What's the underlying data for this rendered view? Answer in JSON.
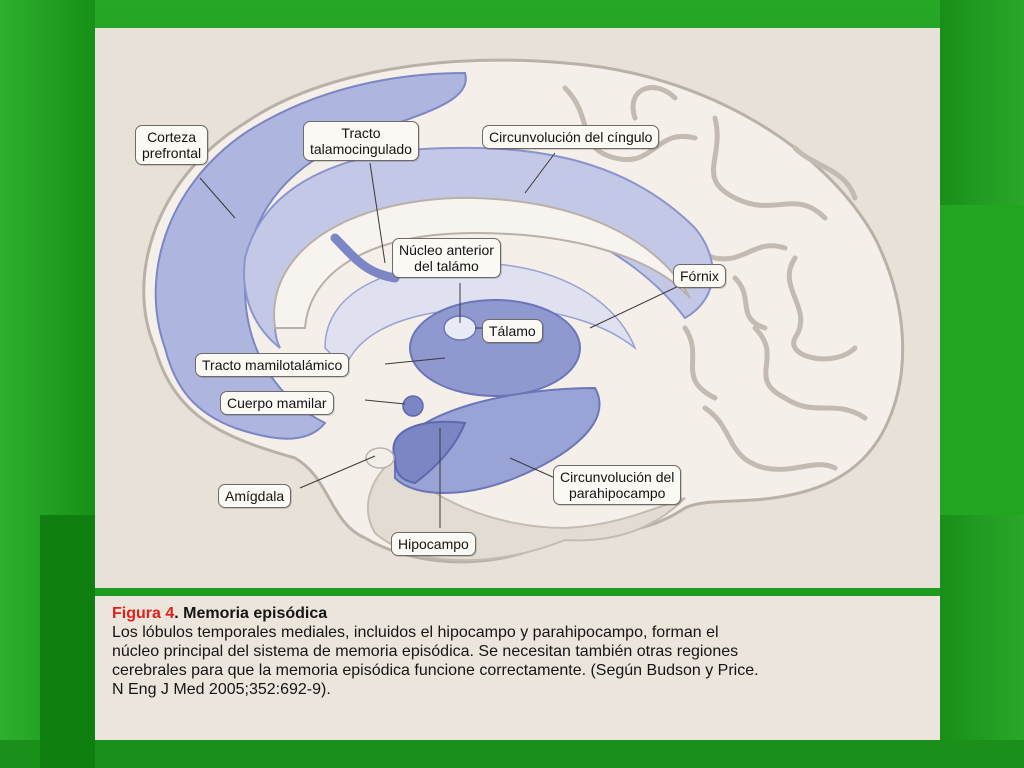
{
  "labels": {
    "corteza_prefrontal": [
      "Corteza",
      "prefrontal"
    ],
    "tracto_talamocingulado": [
      "Tracto",
      "talamocingulado"
    ],
    "circunvolucion_cingulo": [
      "Circunvolución del cíngulo"
    ],
    "nucleo_anterior": [
      "Núcleo anterior",
      "del talámo"
    ],
    "fornix": [
      "Fórnix"
    ],
    "talamo": [
      "Tálamo"
    ],
    "tracto_mamilotalamico": [
      "Tracto mamilotalámico"
    ],
    "cuerpo_mamilar": [
      "Cuerpo mamilar"
    ],
    "amigdala": [
      "Amígdala"
    ],
    "circunvolucion_parahipocampo": [
      "Circunvolución del",
      "parahipocampo"
    ],
    "hipocampo": [
      "Hipocampo"
    ]
  },
  "caption": {
    "figure_label": "Figura 4",
    "separator": ". ",
    "title": "Memoria episódica",
    "lines": [
      "Los lóbulos temporales mediales, incluidos el hipocampo y parahipocampo, forman el",
      "núcleo principal del sistema de memoria episódica. Se necesitan también otras regiones",
      "cerebrales para que la memoria episódica funcione correctamente. (Según Budson y Price.",
      "N Eng J Med 2005;352:692-9)."
    ]
  },
  "colors": {
    "slide_green": "#1e9c1e",
    "panel": "#e8e1d8",
    "brain_white": "#f4efe8",
    "sulcus": "#b9b1a8",
    "limbic_blue": "#aeb5de",
    "limbic_dark": "#7c86c4",
    "figure_label_red": "#e0201b"
  }
}
